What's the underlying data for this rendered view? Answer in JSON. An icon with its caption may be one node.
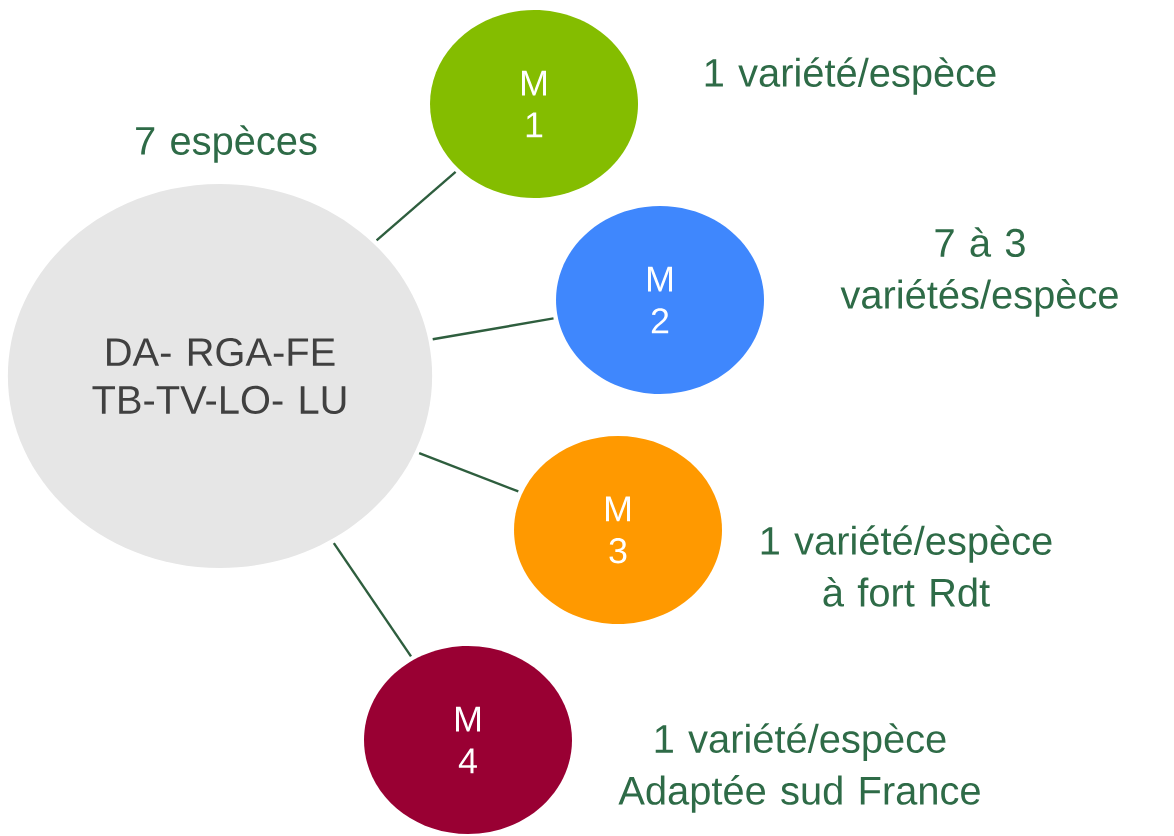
{
  "diagram": {
    "nodes": [
      {
        "text": [
          "DA- RGA-FE TB-TV-LO- LU"
        ],
        "beside": [
          "7 espèces"
        ]
      },
      {
        "text": [
          "M 1"
        ],
        "beside": [
          "1 variété/espèce"
        ]
      },
      {
        "text": [
          "M 2"
        ],
        "beside": [
          "7 à 3 variétés/espèce"
        ]
      },
      {
        "text": [
          "M 3"
        ],
        "beside": [
          "1 variété/espèce à fort Rdt"
        ]
      },
      {
        "text": [
          "M 4"
        ],
        "beside": [
          "1 variété/espèce Adaptée sud France"
        ]
      }
    ],
    "edges": [
      {
        "from": 0,
        "to": 1,
        "arrow": "none"
      },
      {
        "from": 0,
        "to": 2,
        "arrow": "none"
      },
      {
        "from": 0,
        "to": 3,
        "arrow": "none"
      },
      {
        "from": 0,
        "to": 4,
        "arrow": "none"
      }
    ]
  }
}
